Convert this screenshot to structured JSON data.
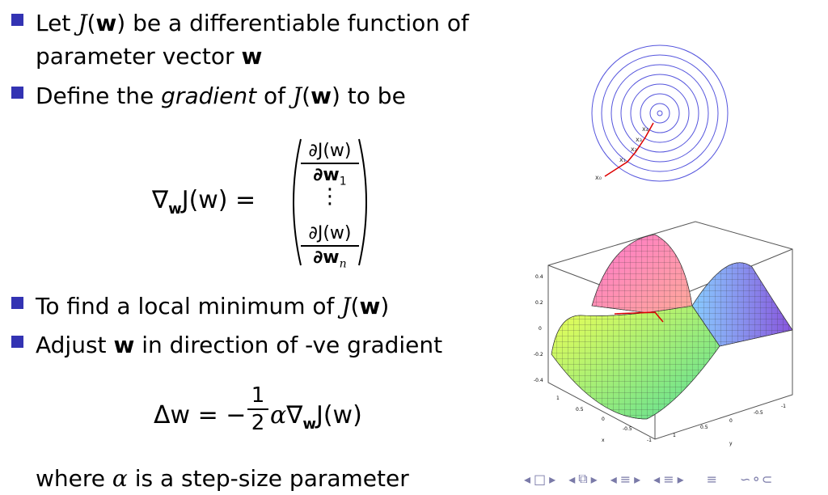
{
  "bullets": [
    {
      "prefix": "Let ",
      "func": "J",
      "open": "(",
      "var": "w",
      "close": ")",
      "rest": " be a differentiable function of"
    },
    {
      "line2": "parameter vector ",
      "var": "w"
    },
    {
      "prefix": "Define the ",
      "emph": "gradient",
      "mid": " of ",
      "func": "J",
      "open": "(",
      "var": "w",
      "close": ")",
      "rest": " to be"
    },
    {
      "prefix": "To find a local minimum of ",
      "func": "J",
      "open": "(",
      "var": "w",
      "close": ")"
    },
    {
      "prefix": "Adjust ",
      "var": "w",
      "rest": " in direction of -ve gradient"
    }
  ],
  "gradient_formula": {
    "lhs": "∇",
    "lhs_sub": "w",
    "lhs_func": "J(w) =",
    "top_num": "∂J(w)",
    "top_den": "∂w",
    "top_den_sub": "1",
    "vdots": "⋮",
    "bot_num": "∂J(w)",
    "bot_den": "∂w",
    "bot_den_sub": "n"
  },
  "update_formula": {
    "lhs": "Δw = −",
    "frac_num": "1",
    "frac_den": "2",
    "rhs_alpha": "α",
    "rhs_nabla": "∇",
    "rhs_sub": "w",
    "rhs_func": "J(w)"
  },
  "footer_text": {
    "prefix": "where ",
    "alpha": "α",
    "rest": " is a step-size parameter"
  },
  "contour_labels": [
    "x₀",
    "x₁",
    "x₂",
    "x₃",
    "x₄"
  ],
  "surface_axis_ticks": {
    "z": [
      "0.4",
      "0.2",
      "0",
      "-0.2",
      "-0.4"
    ],
    "x": [
      "1",
      "0.5",
      "0",
      "-0.5",
      "-1"
    ],
    "y": [
      "-1",
      "-0.5",
      "0",
      "0.5",
      "1"
    ],
    "x_label": "x",
    "y_label": "y"
  },
  "nav_icons": [
    "nav-prev-frame",
    "nav-next-frame",
    "nav-prev-subsection",
    "nav-next-subsection",
    "nav-prev-section",
    "nav-next-section",
    "nav-align",
    "nav-search"
  ],
  "colors": {
    "bullet": "#3333b3",
    "contour": "#5555dd",
    "path": "#dd0000"
  }
}
